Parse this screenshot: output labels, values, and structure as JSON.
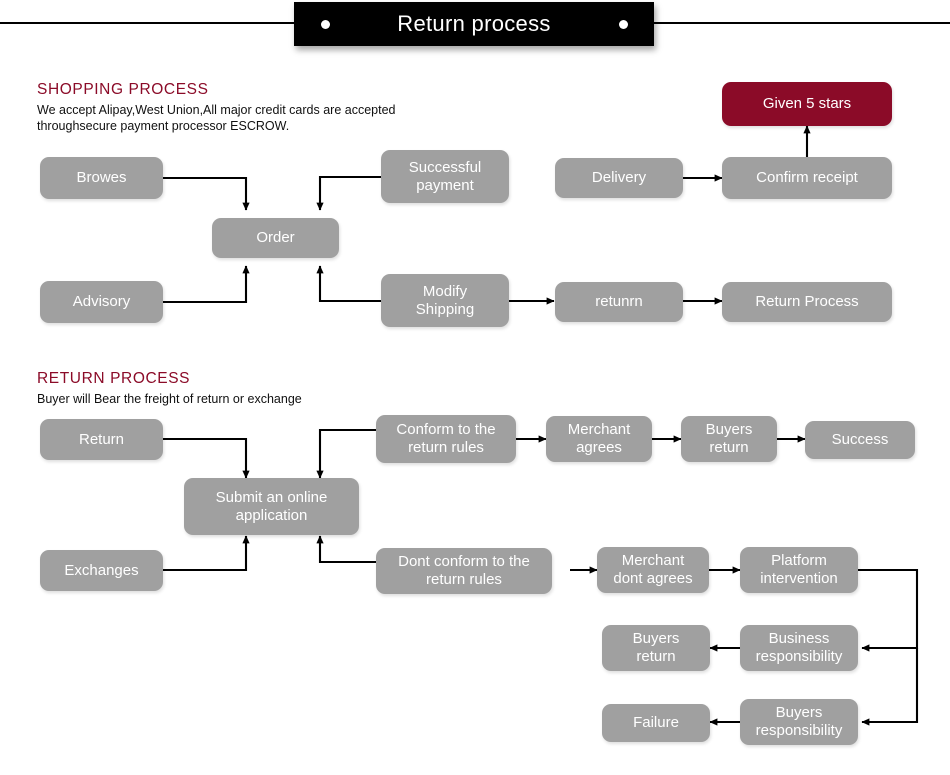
{
  "header": {
    "title": "Return process",
    "dot_left": "bullet-dot",
    "dot_right": "bullet-dot"
  },
  "sections": [
    {
      "id": "shopping",
      "title": "SHOPPING PROCESS",
      "description": "We accept Alipay,West Union,All major credit cards are accepted\nthroughsecure payment processor ESCROW."
    },
    {
      "id": "return",
      "title": "RETURN PROCESS",
      "description": "Buyer will Bear the freight of return or exchange"
    }
  ],
  "colors": {
    "accent": "#8B0B28",
    "node": "#A0A0A0",
    "banner": "#000000",
    "arrow": "#000000",
    "node_text": "#FFFFFF"
  },
  "nodes": {
    "browes": {
      "label": "Browes"
    },
    "order": {
      "label": "Order"
    },
    "advisory": {
      "label": "Advisory"
    },
    "successful_payment": {
      "label": "Successful\npayment"
    },
    "modify_shipping": {
      "label": "Modify\nShipping"
    },
    "delivery": {
      "label": "Delivery"
    },
    "returnr": {
      "label": "retunrn"
    },
    "confirm_receipt": {
      "label": "Confirm receipt"
    },
    "return_process": {
      "label": "Return Process"
    },
    "given_5_stars": {
      "label": "Given 5 stars"
    },
    "return": {
      "label": "Return"
    },
    "submit_online": {
      "label": "Submit an online\napplication"
    },
    "exchanges": {
      "label": "Exchanges"
    },
    "conform_rules": {
      "label": "Conform to the\nreturn rules"
    },
    "dont_conform_rules": {
      "label": "Dont conform to the\nreturn rules"
    },
    "merchant_agrees": {
      "label": "Merchant\nagrees"
    },
    "merchant_dont": {
      "label": "Merchant\ndont agrees"
    },
    "buyers_return_top": {
      "label": "Buyers\nreturn"
    },
    "success": {
      "label": "Success"
    },
    "platform": {
      "label": "Platform\nintervention"
    },
    "business_resp": {
      "label": "Business\nresponsibility"
    },
    "buyers_return_mid": {
      "label": "Buyers\nreturn"
    },
    "buyers_resp": {
      "label": "Buyers\nresponsibility"
    },
    "failure": {
      "label": "Failure"
    }
  }
}
